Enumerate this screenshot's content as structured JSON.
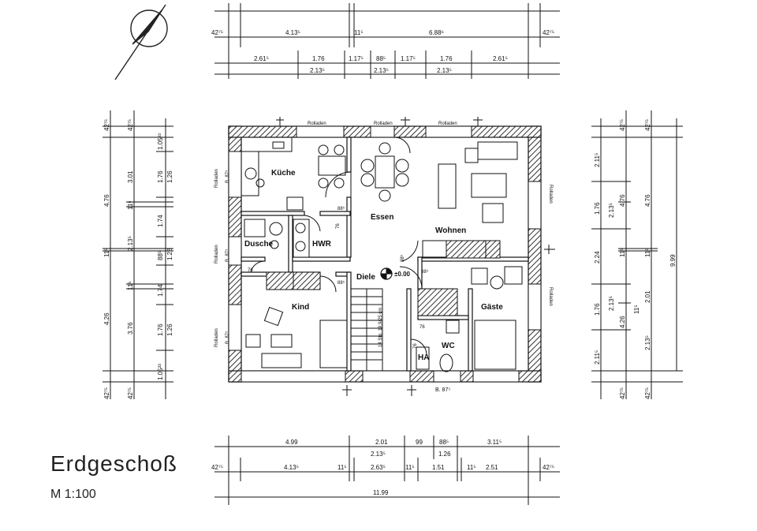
{
  "drawing": {
    "title": "Erdgeschoß",
    "scale": "M 1:100"
  },
  "rooms": {
    "kueche": "Küche",
    "essen": "Essen",
    "wohnen": "Wohnen",
    "dusche": "Dusche",
    "hwr": "HWR",
    "diele": "Diele",
    "kind": "Kind",
    "gaeste": "Gäste",
    "wc": "WC",
    "ha": "HA"
  },
  "annotations": {
    "rolladen": "Rolladen",
    "level": "±0.00",
    "stair": "14 Stg. 19,9/25 cm",
    "door_88_a": "88⁵",
    "door_88_b": "88⁵",
    "door_88_c": "88⁵",
    "door_88_d": "88⁵",
    "door_76_a": "76",
    "door_76_b": "76",
    "door_76_c": "76",
    "door_76_d": "76",
    "sill_left_1": "B. 87⁵",
    "sill_left_2": "B. 87⁵",
    "sill_left_3": "B. 87⁵",
    "sill_bottom": "B. 87⁵"
  },
  "dims_top": {
    "r1": [
      "4.13⁵",
      "11⁵",
      "6.88⁶"
    ],
    "r2": [
      "2.61⁵",
      "1.76",
      "1.17⁵",
      "88⁵",
      "1.17⁵",
      "1.76",
      "2.61⁵"
    ],
    "r3": [
      "2.13⁵",
      "2.13⁵",
      "2.13⁵"
    ],
    "edge_left": "42⁷⁵",
    "edge_right": "42⁷⁵"
  },
  "dims_bottom": {
    "r1": [
      "4.99",
      "2.01",
      "99",
      "88⁵",
      "3.11⁵"
    ],
    "r1b": [
      "2.13⁵",
      "1.26"
    ],
    "r2": [
      "4.13⁵",
      "11⁵",
      "2.63⁵",
      "11⁵",
      "1.51",
      "11⁵",
      "2.51"
    ],
    "total": "11.99",
    "edge_left": "42⁷⁵",
    "edge_right": "42⁷⁵"
  },
  "dims_left": {
    "col1": [
      "4.76",
      "11⁵",
      "4.26"
    ],
    "col2": [
      "3.01",
      "11⁵",
      "2.13⁵",
      "11⁵",
      "3.76"
    ],
    "col3": [
      "1.05²³",
      "1.76",
      "1.74",
      "88⁵",
      "1.74",
      "1.76",
      "1.05²³"
    ],
    "col3b": [
      "1.26",
      "1.28",
      "1.26"
    ],
    "edge_top": "42⁷⁵",
    "edge_bottom": "42⁷⁵"
  },
  "dims_right": {
    "col1": [
      "2.11⁵",
      "1.76",
      "2.24",
      "1.76",
      "2.11⁵"
    ],
    "col2": [
      "2.13⁵",
      "11⁵",
      "2.13⁵",
      "2.13⁵"
    ],
    "col3": [
      "4.76",
      "11⁵",
      "2.01",
      "4.26"
    ],
    "col3b": [
      "4.76",
      "11⁵"
    ],
    "total": "9.99",
    "edge_top": "42⁷⁵",
    "edge_bottom": "42⁷⁵"
  },
  "icons": {
    "north_arrow": "north-arrow-icon"
  }
}
